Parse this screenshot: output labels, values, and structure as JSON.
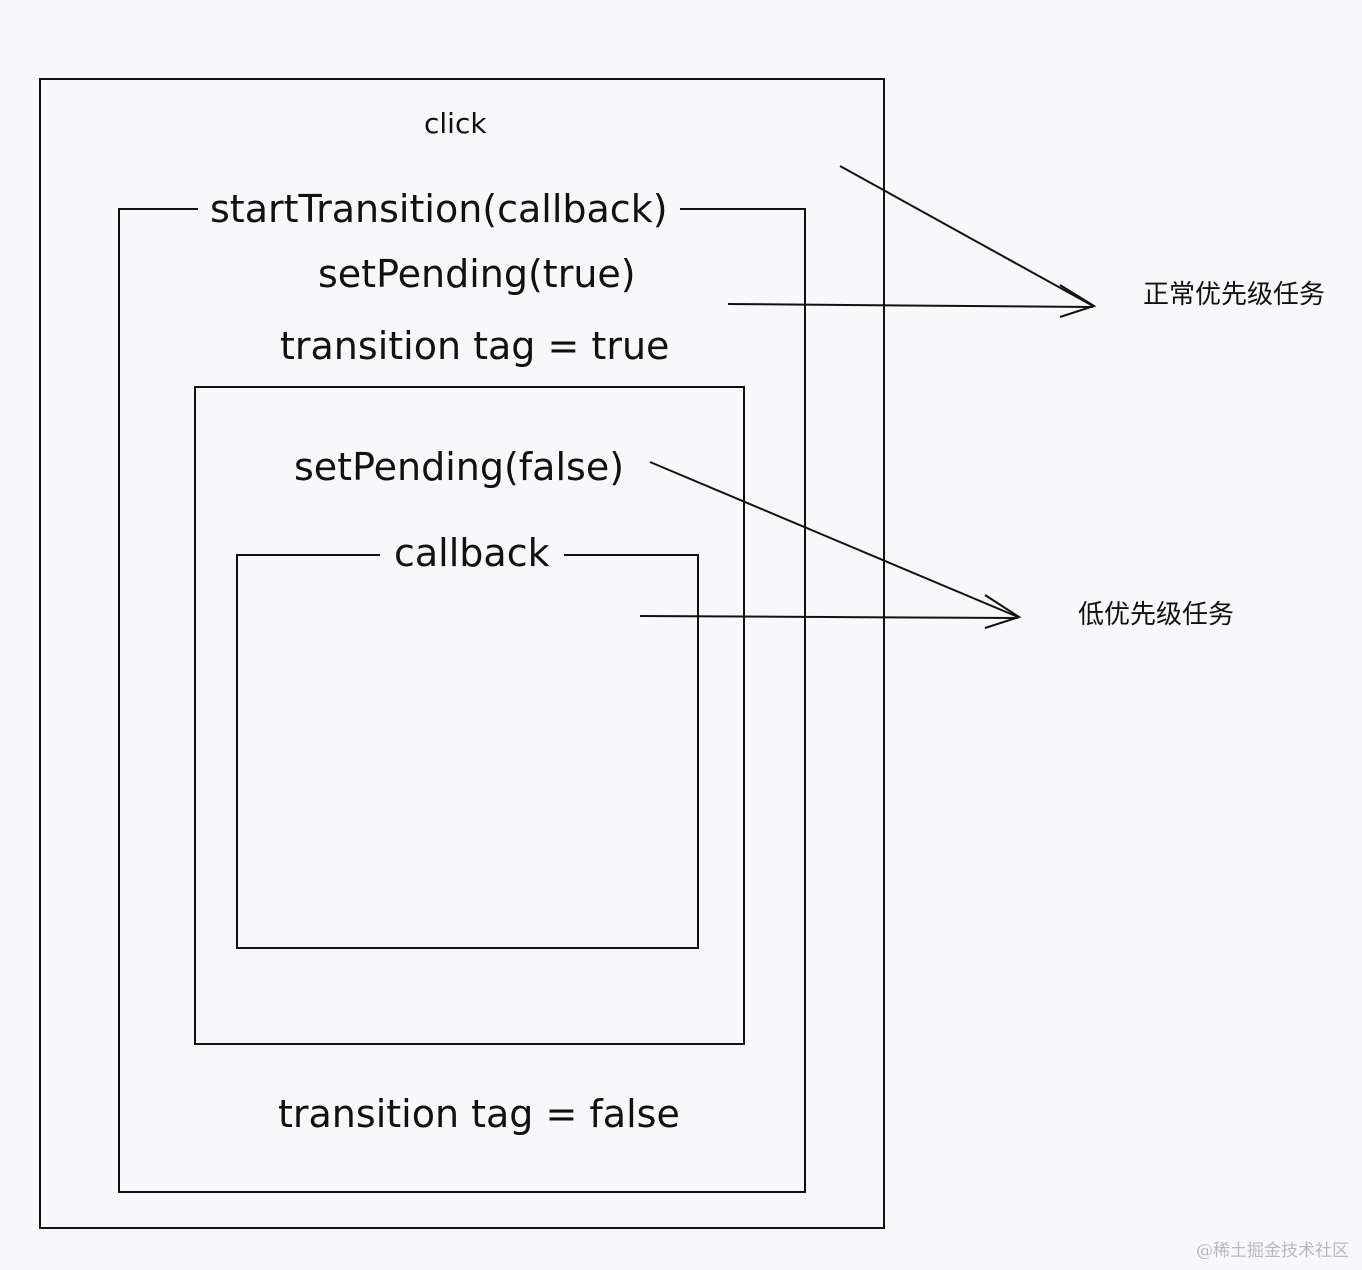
{
  "labels": {
    "click": "click",
    "start_transition": "startTransition(callback)",
    "set_pending_true": "setPending(true)",
    "tag_true": "transition tag = true",
    "set_pending_false": "setPending(false)",
    "callback": "callback",
    "tag_false": "transition tag = false"
  },
  "side_labels": {
    "normal_priority": "正常优先级任务",
    "low_priority": "低优先级任务"
  },
  "watermark": "@稀土掘金技术社区",
  "colors": {
    "background": "#f8f8fa",
    "stroke": "#111111"
  }
}
